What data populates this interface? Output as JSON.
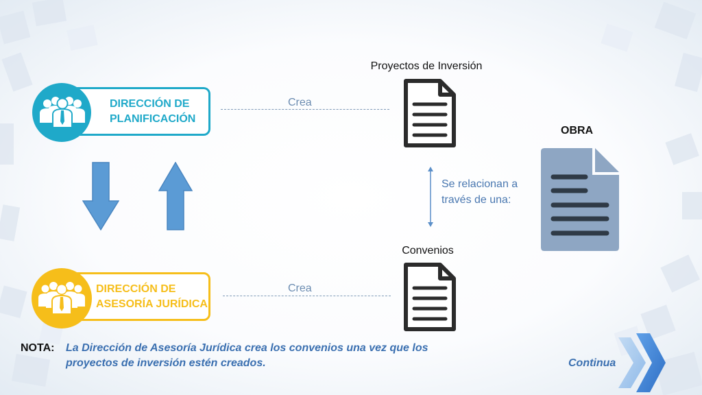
{
  "planificacion": {
    "line1": "DIRECCIÓN DE",
    "line2": "PLANIFICACIÓN",
    "color": "#1fa9c9"
  },
  "asesoria": {
    "line1": "DIRECCIÓN DE",
    "line2": "ASESORÍA JURÍDICA",
    "color": "#f6be1a"
  },
  "crea_top": "Crea",
  "crea_bottom": "Crea",
  "doc_proyectos": "Proyectos de Inversión",
  "doc_convenios": "Convenios",
  "obra": "OBRA",
  "relation": {
    "line1": "Se relacionan a",
    "line2": "través de una:"
  },
  "note": {
    "label": "NOTA:",
    "line1": "La Dirección de Asesoría Jurídica crea los convenios una vez que los",
    "line2": "proyectos de inversión estén creados."
  },
  "continue_label": "Continua",
  "colors": {
    "arrow_blue": "#5b9bd5",
    "text_blue": "#3a6fb0",
    "doc_dark": "#2b2b2b",
    "obra_doc": "#8ea6c3"
  }
}
